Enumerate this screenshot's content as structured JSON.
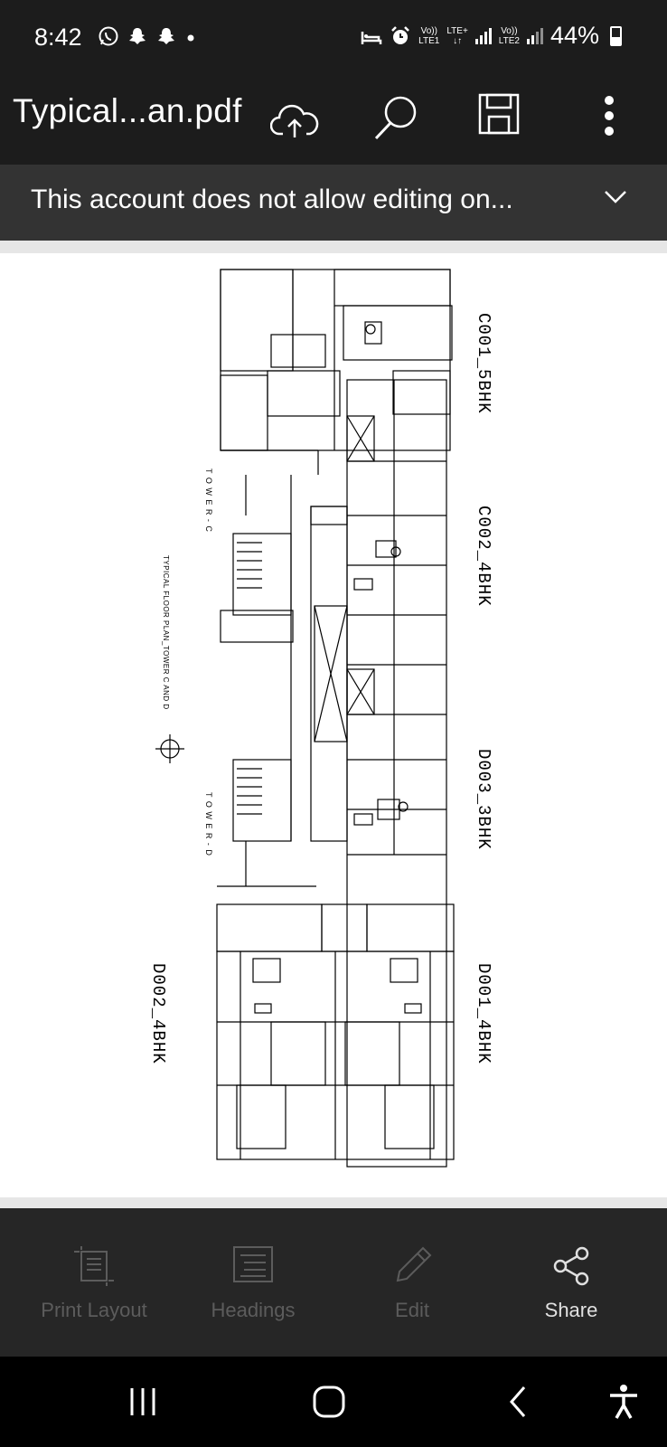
{
  "status_bar": {
    "time": "8:42",
    "net1_top": "Vo))",
    "net1_bottom": "LTE1",
    "net_lte": "LTE+",
    "net2_top": "Vo))",
    "net2_bottom": "LTE2",
    "battery": "44%"
  },
  "app_bar": {
    "title": "Typical...an.pdf",
    "icons": [
      "cloud-upload-icon",
      "search-icon",
      "save-icon",
      "more-vert-icon"
    ]
  },
  "banner": {
    "text": "This account does not allow editing on...",
    "icon": "chevron-down-icon"
  },
  "document": {
    "unit_labels": [
      "C001_5BHK",
      "C002_4BHK",
      "D003_3BHK",
      "D001_4BHK",
      "D002_4BHK"
    ],
    "tower_c": "T O W E R - C",
    "tower_d": "T O W E R - D",
    "plan_title": "TYPICAL FLOOR PLAN_TOWER C AND D"
  },
  "toolbar": {
    "items": [
      {
        "label": "Print Layout",
        "icon": "print-layout-icon",
        "enabled": false
      },
      {
        "label": "Headings",
        "icon": "headings-icon",
        "enabled": false
      },
      {
        "label": "Edit",
        "icon": "pencil-icon",
        "enabled": false
      },
      {
        "label": "Share",
        "icon": "share-icon",
        "enabled": true
      }
    ]
  },
  "nav_bar": {
    "icons": [
      "recent-apps-icon",
      "home-icon",
      "back-icon",
      "accessibility-icon"
    ]
  }
}
